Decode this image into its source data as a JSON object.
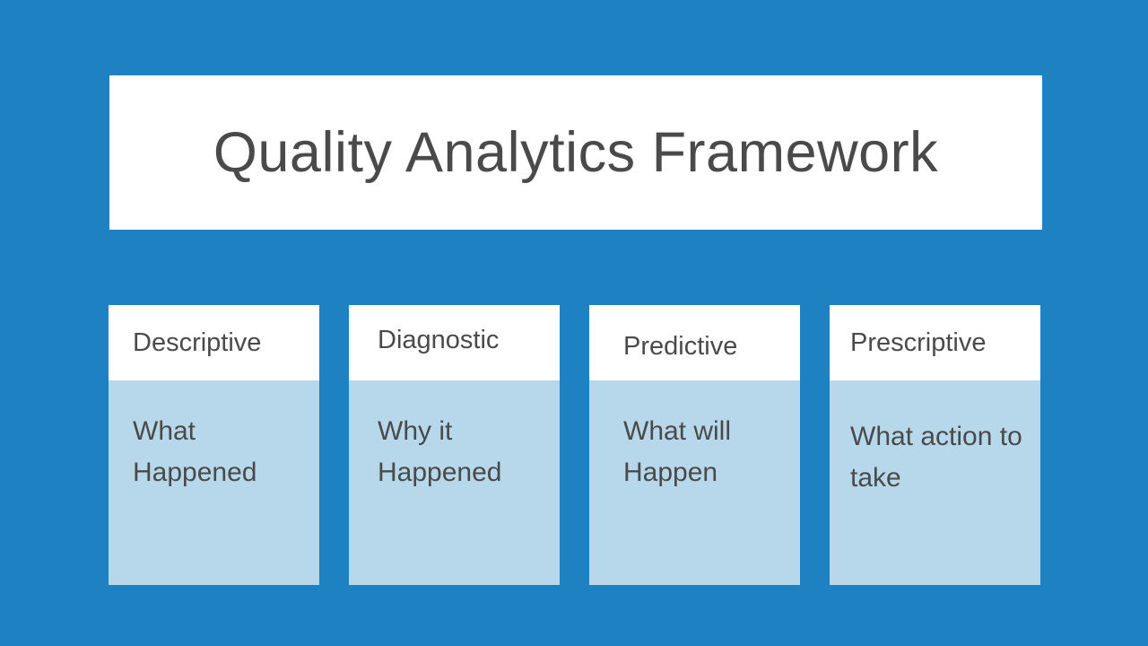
{
  "slide": {
    "title": "Quality Analytics Framework",
    "cards": [
      {
        "header": "Descriptive",
        "body": "What Happened"
      },
      {
        "header": "Diagnostic",
        "body": "Why it Happened"
      },
      {
        "header": "Predictive",
        "body": "What will Happen"
      },
      {
        "header": "Prescriptive",
        "body": "What action to take"
      }
    ],
    "palette": {
      "background_blue": "#1E81C2",
      "card_body_blue": "#B7D8EB",
      "panel_white": "#FFFFFF",
      "text_gray": "#4A4A4A"
    }
  }
}
